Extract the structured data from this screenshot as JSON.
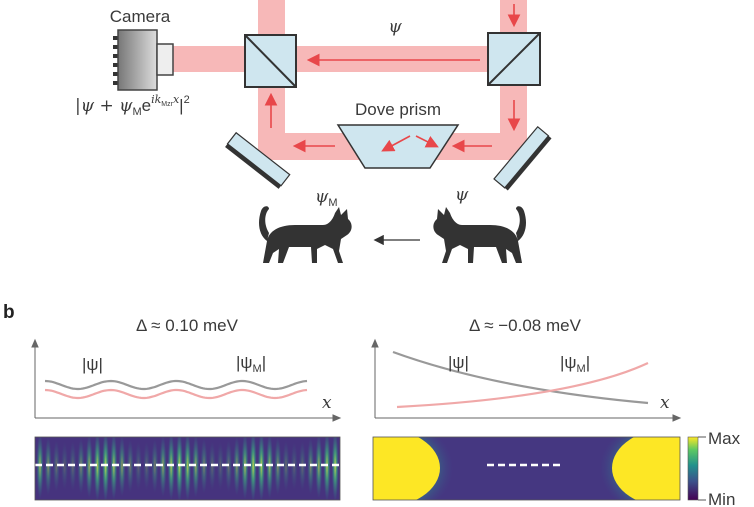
{
  "panel_a": {
    "camera_label": "Camera",
    "formula": {
      "open": "|ψ + ψ",
      "sub_m": "M",
      "e": "e",
      "exp_ik": "ik",
      "exp_sub": "Mzr",
      "exp_x": "x",
      "close": "|",
      "sq": "2"
    },
    "psi_top": "ψ",
    "dove_prism_label": "Dove prism",
    "psi_m_label": {
      "psi": "ψ",
      "sub": "M"
    },
    "psi_right_label": "ψ"
  },
  "panel_b": {
    "label": "b",
    "left": {
      "title": "Δ ≈ 0.10 meV",
      "psi_label": "|ψ|",
      "psi_m_label": {
        "open": "|ψ",
        "sub": "M",
        "close": "|"
      },
      "x_label": "x"
    },
    "right": {
      "title": "Δ ≈ −0.08 meV",
      "psi_label": "|ψ|",
      "psi_m_label": {
        "open": "|ψ",
        "sub": "M",
        "close": "|"
      },
      "x_label": "x"
    },
    "colorbar": {
      "max_label": "Max",
      "min_label": "Min"
    }
  },
  "colors": {
    "beam": "#f7b8b8",
    "arrow": "#e8474a",
    "optic": "#cfe6ef",
    "cat": "#333333",
    "psi_line": "#999999",
    "psi_m_line": "#f0a8a8"
  }
}
